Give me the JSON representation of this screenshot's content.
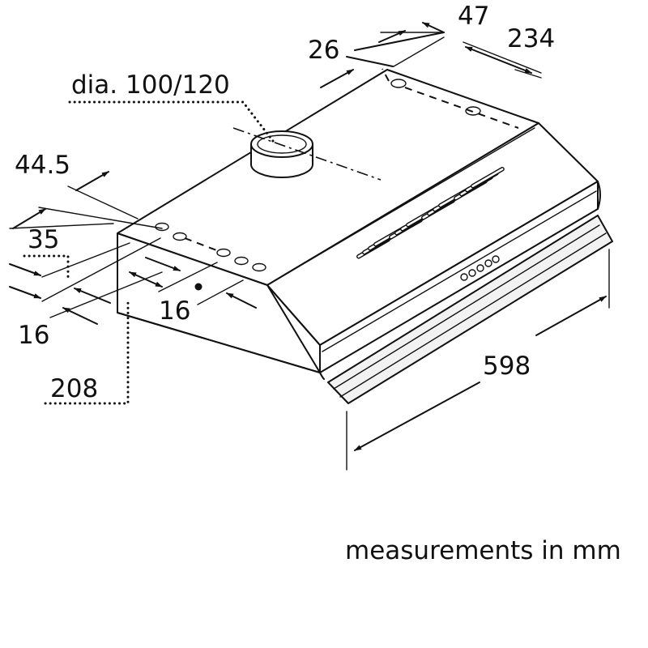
{
  "diagram": {
    "dimensions": {
      "outlet_diameter": "dia. 100/120",
      "top_offset_26": "26",
      "top_offset_47": "47",
      "top_span_234": "234",
      "side_depth_44_5": "44.5",
      "side_35": "35",
      "side_16": "16",
      "bottom_16": "16",
      "bottom_208": "208",
      "width_598": "598"
    },
    "note": "measurements in mm"
  }
}
